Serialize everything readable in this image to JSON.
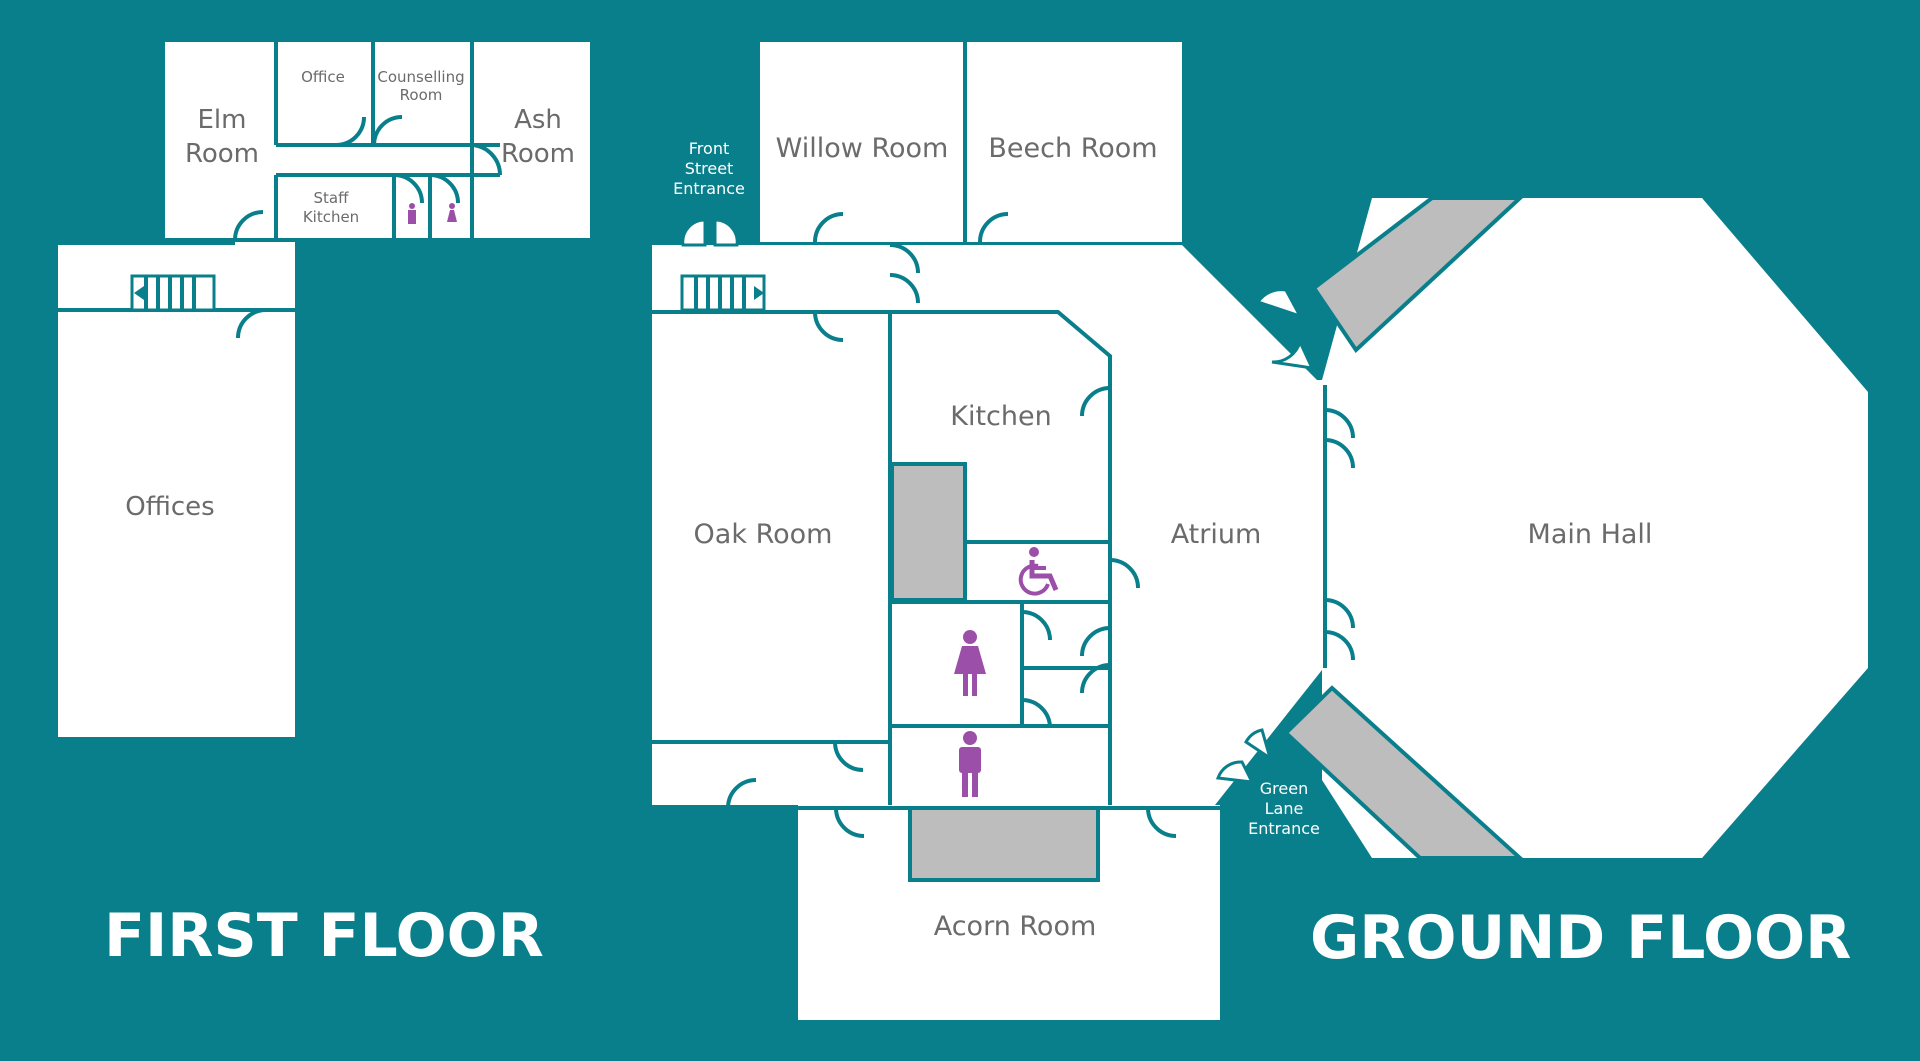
{
  "floors": {
    "first": "FIRST FLOOR",
    "ground": "GROUND FLOOR"
  },
  "rooms": {
    "elm_line1": "Elm",
    "elm_line2": "Room",
    "office": "Office",
    "counselling_line1": "Counselling",
    "counselling_line2": "Room",
    "ash_line1": "Ash",
    "ash_line2": "Room",
    "staff_kitchen_line1": "Staff",
    "staff_kitchen_line2": "Kitchen",
    "offices": "Offices",
    "willow": "Willow Room",
    "beech": "Beech Room",
    "kitchen": "Kitchen",
    "oak": "Oak Room",
    "atrium": "Atrium",
    "main_hall": "Main Hall",
    "acorn": "Acorn Room"
  },
  "entrances": {
    "front_line1": "Front",
    "front_line2": "Street",
    "front_line3": "Entrance",
    "green_line1": "Green",
    "green_line2": "Lane",
    "green_line3": "Entrance"
  },
  "icons": [
    "female-toilet-icon",
    "male-toilet-icon",
    "accessible-toilet-icon",
    "stairs-icon"
  ],
  "colors": {
    "background": "#0a7f8c",
    "room": "#ffffff",
    "label": "#6b6b6b",
    "service": "#bdbdbd",
    "icon": "#9b4fa8"
  }
}
